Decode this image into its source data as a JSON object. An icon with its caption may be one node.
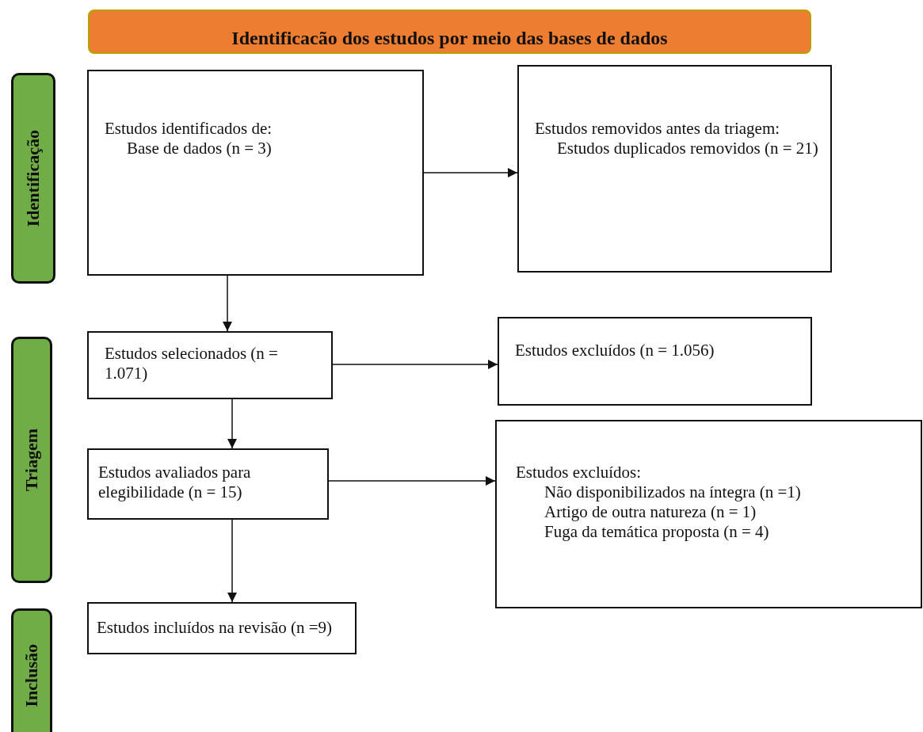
{
  "diagram": {
    "nodes": [
      {
        "text": [
          "Identificacão dos estudos por meio das bases de dados"
        ]
      },
      {
        "text": [
          "Identificação"
        ]
      },
      {
        "text": [
          "Estudos identificados de:",
          "Base de dados (n = 3)"
        ]
      },
      {
        "text": [
          "Estudos removidos antes da triagem:",
          "Estudos duplicados removidos (n = 21)"
        ]
      },
      {
        "text": [
          "Triagem"
        ]
      },
      {
        "text": [
          "Estudos selecionados (n = 1.071)"
        ]
      },
      {
        "text": [
          "Estudos excluídos (n = 1.056)"
        ]
      },
      {
        "text": [
          "Estudos avaliados para elegibilidade (n = 15)"
        ]
      },
      {
        "text": [
          "Estudos excluídos:",
          "Não disponibilizados na íntegra (n =1)",
          "Artigo de outra natureza (n = 1)",
          "Fuga da temática proposta (n = 4)"
        ]
      },
      {
        "text": [
          "Inclusão"
        ]
      },
      {
        "text": [
          "Estudos incluídos na revisão (n =9)"
        ]
      }
    ],
    "edges": [
      {
        "from": 2,
        "to": 3,
        "arrow": "to"
      },
      {
        "from": 2,
        "to": 5,
        "arrow": "to"
      },
      {
        "from": 5,
        "to": 6,
        "arrow": "to"
      },
      {
        "from": 5,
        "to": 7,
        "arrow": "to"
      },
      {
        "from": 7,
        "to": 8,
        "arrow": "to"
      },
      {
        "from": 7,
        "to": 10,
        "arrow": "to"
      }
    ]
  }
}
